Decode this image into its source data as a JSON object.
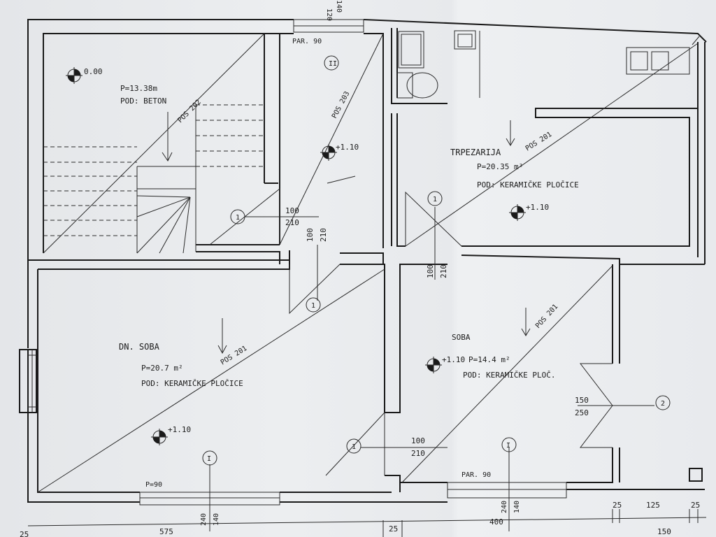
{
  "rooms": {
    "stairs": {
      "elevation": "0.00",
      "area": "P=13.38m",
      "floor": "POD: BETON",
      "pos": "POS 202"
    },
    "hall": {
      "door": "PAR. 90",
      "window_h1": "120",
      "window_h2": "140",
      "section": "II",
      "pos": "POS 203",
      "elevation": "+1.10"
    },
    "dining": {
      "name": "TRPEZARIJA",
      "area": "P=20.35 m²",
      "floor": "POD: KERAMIČKE PLOČICE",
      "pos": "POS 201",
      "elevation": "+1.10"
    },
    "living": {
      "name": "DN. SOBA",
      "area": "P=20.7 m²",
      "floor": "POD: KERAMIČKE PLOČICE",
      "pos": "POS 201",
      "elevation": "+1.10"
    },
    "room": {
      "name": "SOBA",
      "area": "P=14.4 m²",
      "floor": "POD: KERAMIČKE PLOČ.",
      "pos": "POS 201",
      "elevation": "+1.10"
    }
  },
  "doors": {
    "d1": {
      "mark": "1",
      "w": "100",
      "h": "210"
    },
    "d2": {
      "w": "100",
      "h": "210"
    },
    "d3": {
      "mark": "1",
      "w": "100",
      "h": "210"
    },
    "d4": {
      "mark": "1"
    },
    "d5": {
      "mark": "1",
      "w": "100",
      "h": "210"
    },
    "d6": {
      "mark": "2",
      "w": "150",
      "h": "250"
    }
  },
  "windows": {
    "w_left": {
      "mark": "I",
      "label": "P=90",
      "h1": "240",
      "h2": "140"
    },
    "w_right": {
      "mark": "I",
      "label": "PAR. 90",
      "h1": "240",
      "h2": "140"
    }
  },
  "dimensions": {
    "d575": "575",
    "d25a": "25",
    "d400": "400",
    "d25b": "25",
    "d125": "125",
    "d25c": "25",
    "d150": "150",
    "d25d": "25"
  }
}
